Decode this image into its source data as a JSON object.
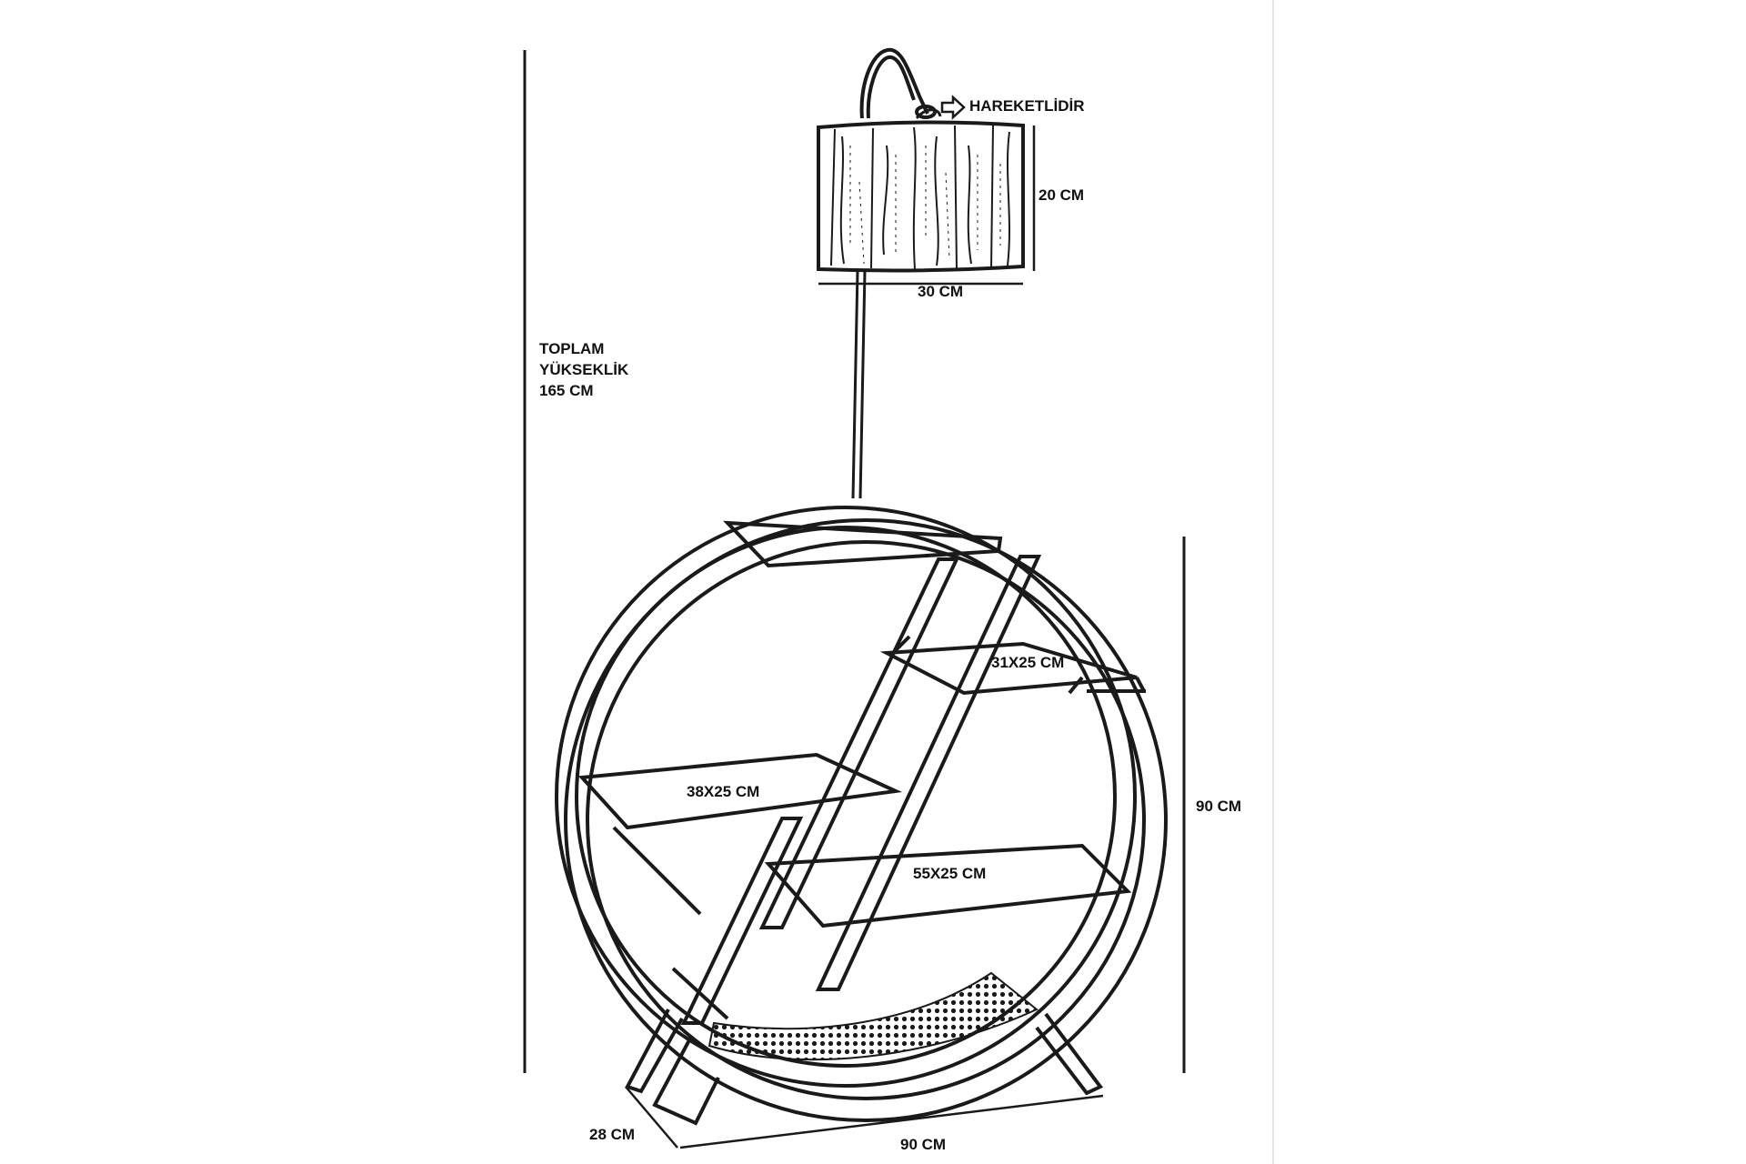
{
  "labels": {
    "movable": "HAREKETLİDİR",
    "total_height_line1": "TOPLAM",
    "total_height_line2": "YÜKSEKLİK",
    "total_height_line3": "165 CM",
    "shade_height": "20 CM",
    "shade_width": "30 CM",
    "shelf_top": "31X25 CM",
    "shelf_left": "38X25 CM",
    "shelf_bottom": "55X25 CM",
    "unit_height": "90 CM",
    "depth": "28 CM",
    "unit_width": "90 CM"
  },
  "colors": {
    "line": "#1a1a1a",
    "background": "#ffffff",
    "divider": "#e6e6e6"
  },
  "icons": {
    "movable_marker": "arrow-right-outline-icon"
  }
}
